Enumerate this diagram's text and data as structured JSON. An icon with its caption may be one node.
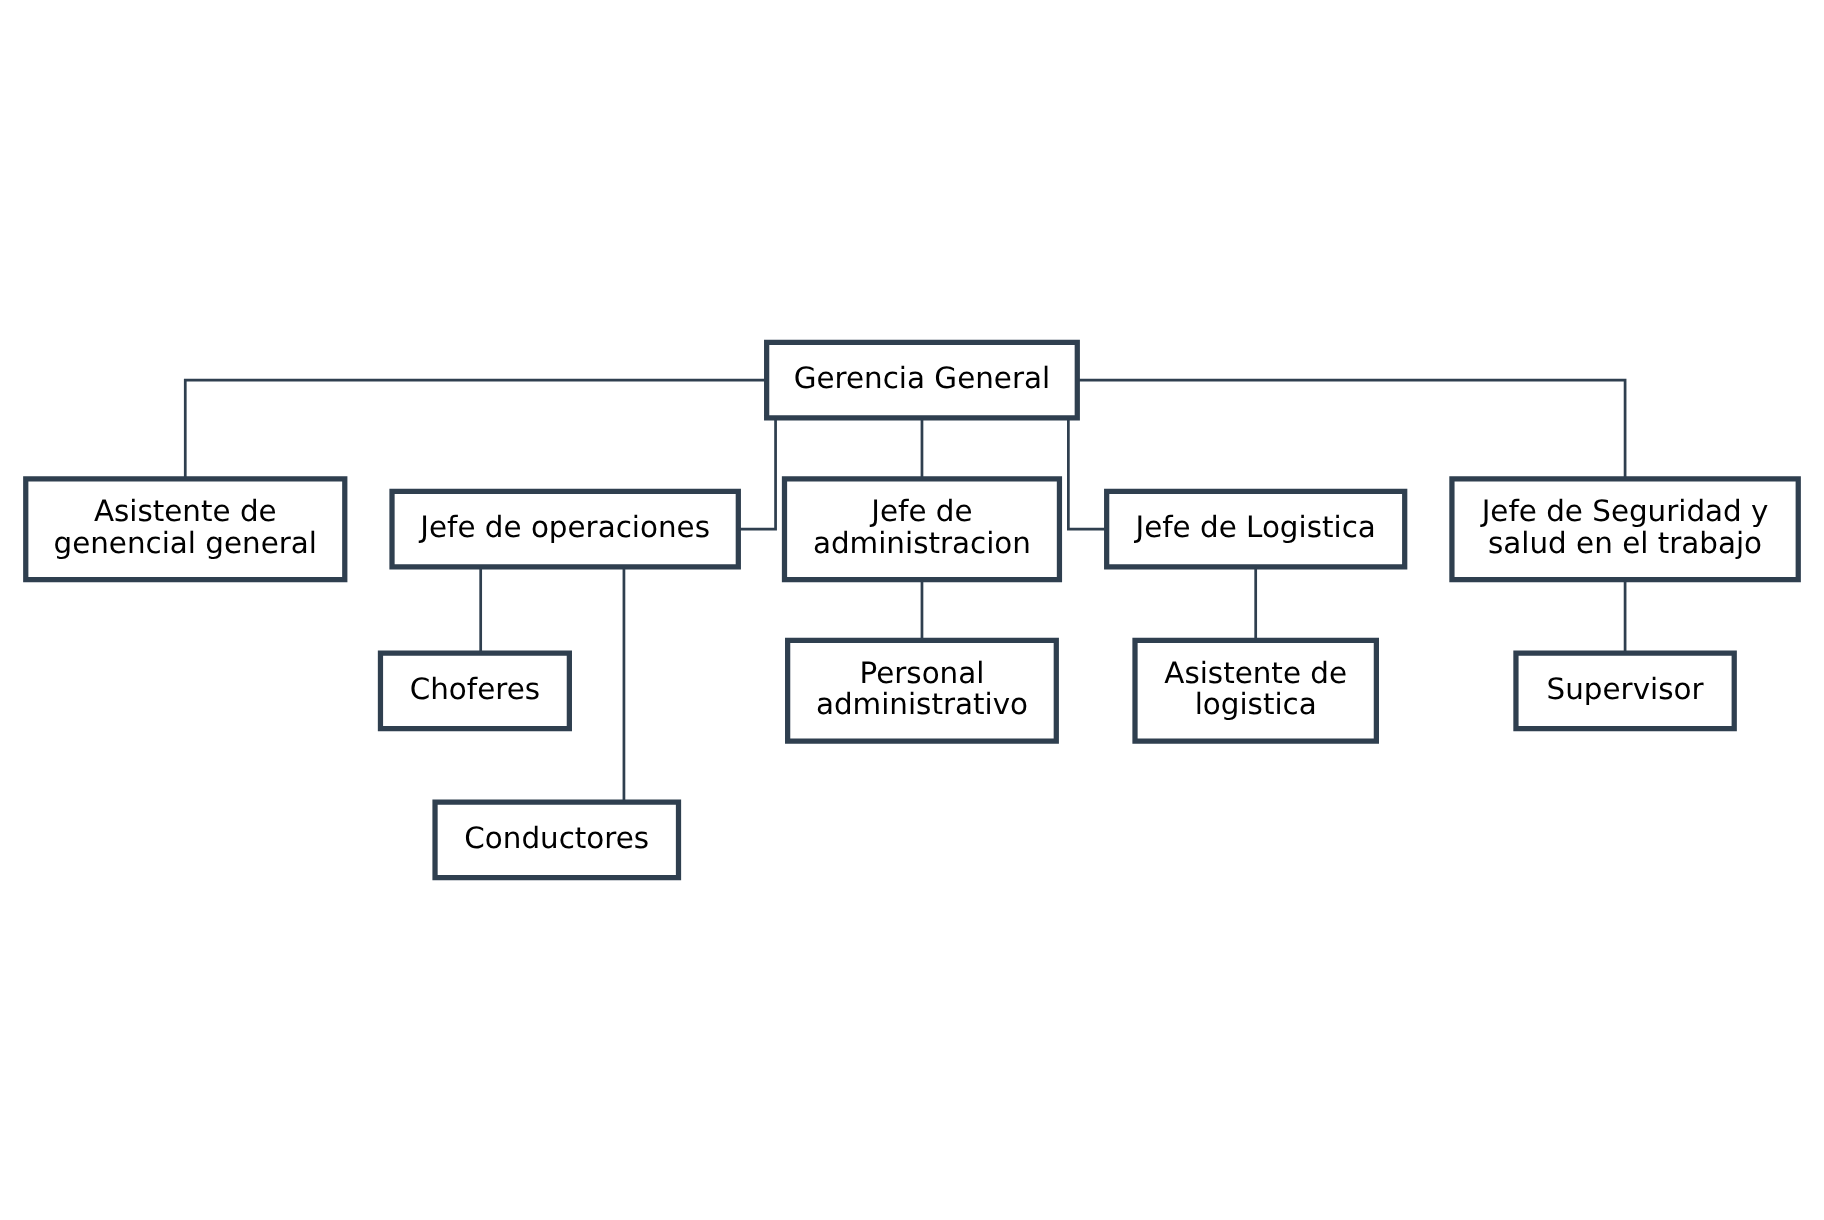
{
  "diagram": {
    "nodes": [
      {
        "text": [
          "Gerencia General"
        ]
      },
      {
        "text": [
          "Asistente de genencial general"
        ]
      },
      {
        "text": [
          "Jefe de operaciones"
        ]
      },
      {
        "text": [
          "Jefe de administracion"
        ]
      },
      {
        "text": [
          "Jefe de Logistica"
        ]
      },
      {
        "text": [
          "Jefe de Seguridad y salud en el trabajo"
        ]
      },
      {
        "text": [
          "Choferes"
        ]
      },
      {
        "text": [
          "Conductores"
        ]
      },
      {
        "text": [
          "Personal administrativo"
        ]
      },
      {
        "text": [
          "Asistente de logistica"
        ]
      },
      {
        "text": [
          "Supervisor"
        ]
      }
    ],
    "edges": [
      {
        "from": 0,
        "to": 1,
        "arrow": "none"
      },
      {
        "from": 0,
        "to": 2,
        "arrow": "none"
      },
      {
        "from": 0,
        "to": 3,
        "arrow": "none"
      },
      {
        "from": 0,
        "to": 4,
        "arrow": "none"
      },
      {
        "from": 0,
        "to": 5,
        "arrow": "none"
      },
      {
        "from": 2,
        "to": 6,
        "arrow": "none"
      },
      {
        "from": 2,
        "to": 7,
        "arrow": "none"
      },
      {
        "from": 3,
        "to": 8,
        "arrow": "none"
      },
      {
        "from": 4,
        "to": 9,
        "arrow": "none"
      },
      {
        "from": 5,
        "to": 10,
        "arrow": "none"
      }
    ]
  }
}
